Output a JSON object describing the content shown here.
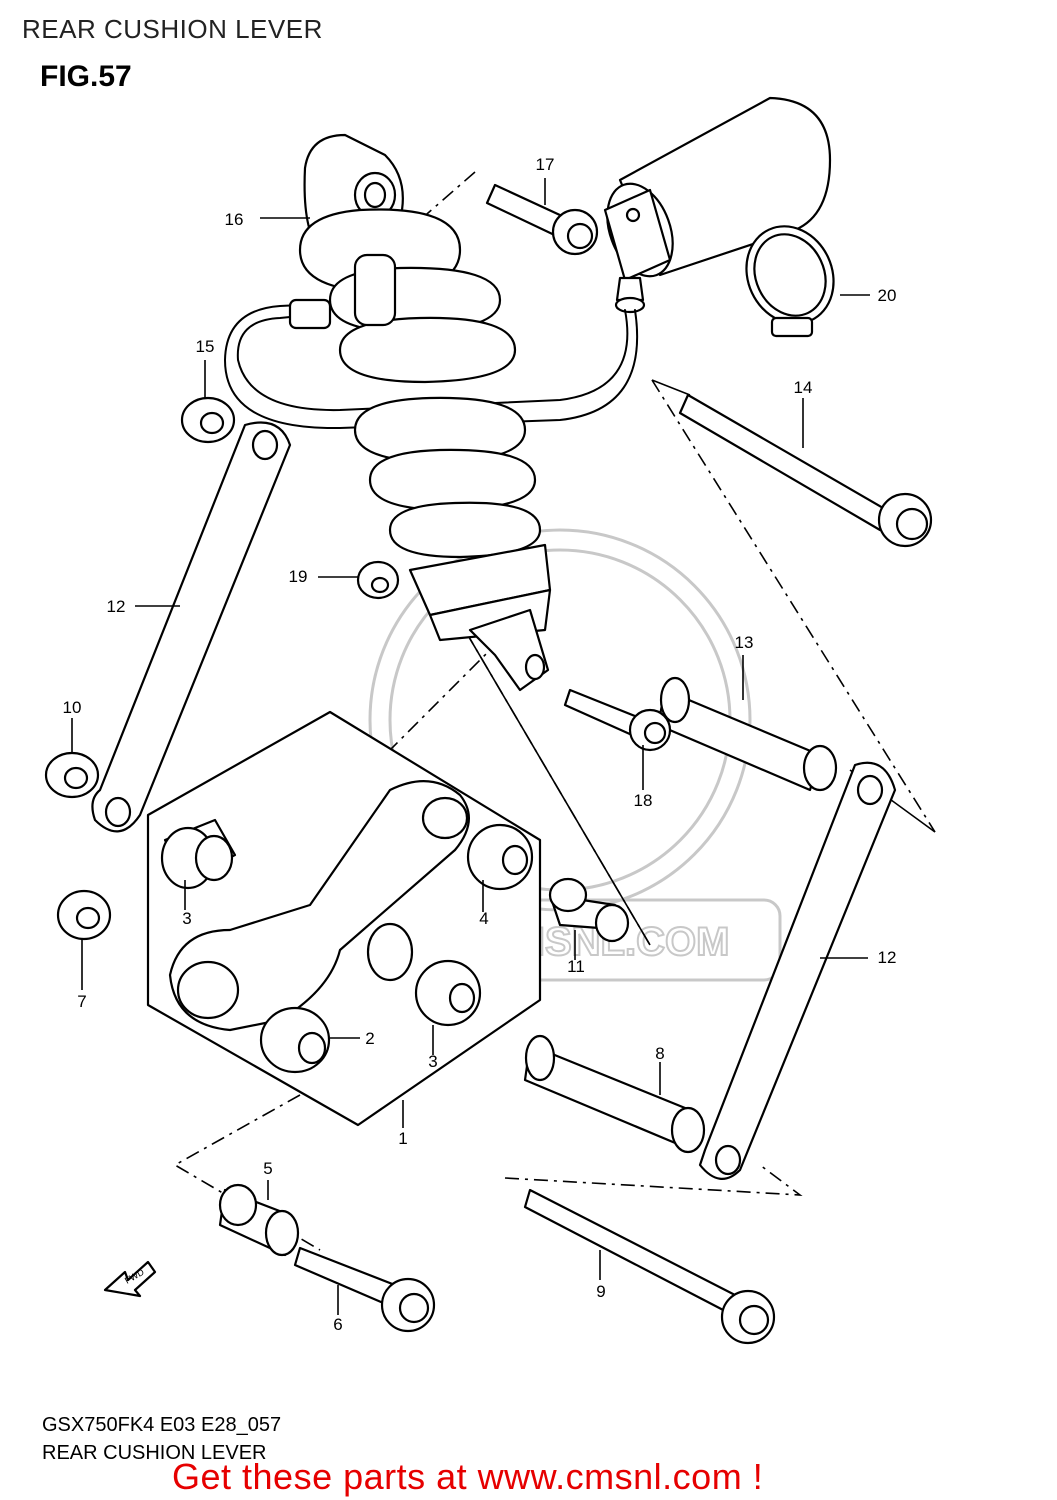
{
  "header": {
    "title": "REAR CUSHION LEVER"
  },
  "figure": {
    "label": "FIG.57"
  },
  "footer": {
    "model_code": "GSX750FK4 E03 E28_057",
    "caption": "REAR CUSHION LEVER",
    "promo": "Get these parts at www.cmsnl.com !"
  },
  "watermark": {
    "text": "WWW.CMSNL.COM"
  },
  "fwd_arrow": {
    "label": "FWD"
  },
  "callouts": [
    {
      "id": "c1",
      "label": "1"
    },
    {
      "id": "c2",
      "label": "2"
    },
    {
      "id": "c3a",
      "label": "3"
    },
    {
      "id": "c3b",
      "label": "3"
    },
    {
      "id": "c4",
      "label": "4"
    },
    {
      "id": "c5",
      "label": "5"
    },
    {
      "id": "c6",
      "label": "6"
    },
    {
      "id": "c7",
      "label": "7"
    },
    {
      "id": "c8",
      "label": "8"
    },
    {
      "id": "c9",
      "label": "9"
    },
    {
      "id": "c10",
      "label": "10"
    },
    {
      "id": "c11",
      "label": "11"
    },
    {
      "id": "c12a",
      "label": "12"
    },
    {
      "id": "c12b",
      "label": "12"
    },
    {
      "id": "c13",
      "label": "13"
    },
    {
      "id": "c14",
      "label": "14"
    },
    {
      "id": "c15",
      "label": "15"
    },
    {
      "id": "c16",
      "label": "16"
    },
    {
      "id": "c17",
      "label": "17"
    },
    {
      "id": "c18",
      "label": "18"
    },
    {
      "id": "c19",
      "label": "19"
    },
    {
      "id": "c20",
      "label": "20"
    }
  ]
}
